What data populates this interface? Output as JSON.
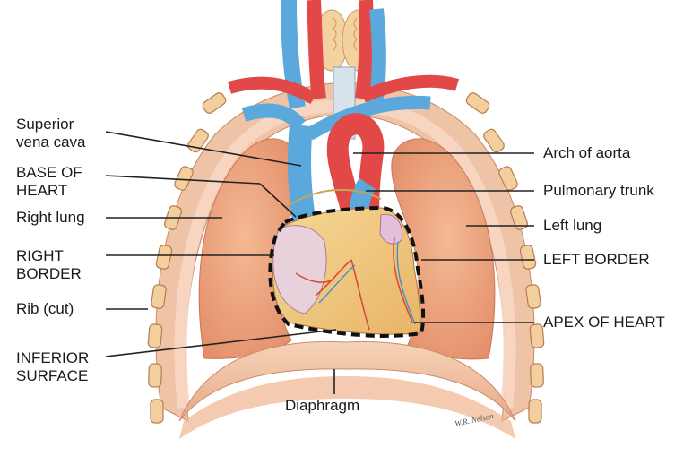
{
  "labels": {
    "left": {
      "superior_vena_cava": [
        "Superior",
        "vena cava"
      ],
      "base_of_heart": [
        "BASE OF",
        "HEART"
      ],
      "right_lung": "Right lung",
      "right_border": [
        "RIGHT",
        "BORDER"
      ],
      "rib_cut": "Rib (cut)",
      "inferior_surface": [
        "INFERIOR",
        "SURFACE"
      ]
    },
    "right": {
      "arch_of_aorta": "Arch of aorta",
      "pulmonary_trunk": "Pulmonary trunk",
      "left_lung": "Left lung",
      "left_border": "LEFT BORDER",
      "apex_of_heart": "APEX OF HEART"
    },
    "bottom": {
      "diaphragm": "Diaphragm"
    }
  },
  "signature": "W.R. Nelson",
  "colors": {
    "vein_blue": "#5aa8dc",
    "artery_red": "#e24848",
    "lung": "#eea77f",
    "rib": "#f1c79a",
    "heart": "#f2c77a",
    "diaphragm": "#f3c4a3",
    "thyroid": "#f3d2a0"
  }
}
